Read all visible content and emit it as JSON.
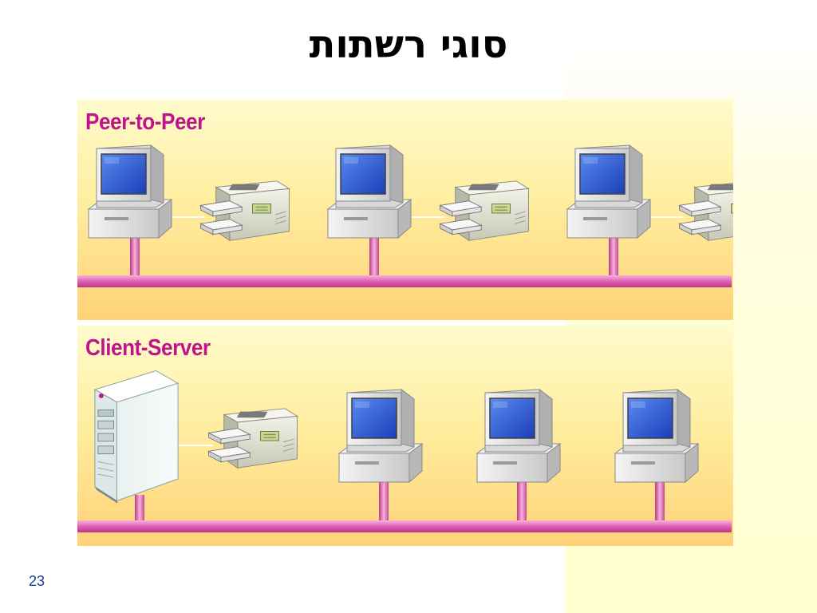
{
  "slide": {
    "title": "סוגי רשתות",
    "number": "23"
  },
  "panels": [
    {
      "label": "Peer-to-Peer",
      "nodes": [
        "computer-icon",
        "printer-icon",
        "computer-icon",
        "printer-icon",
        "computer-icon",
        "printer-icon"
      ]
    },
    {
      "label": "Client-Server",
      "nodes": [
        "server-icon",
        "printer-icon",
        "computer-icon",
        "computer-icon",
        "computer-icon"
      ]
    }
  ],
  "colors": {
    "label": "#c0148c",
    "cable": "#e860b8",
    "screen": "#2a5ad8"
  }
}
